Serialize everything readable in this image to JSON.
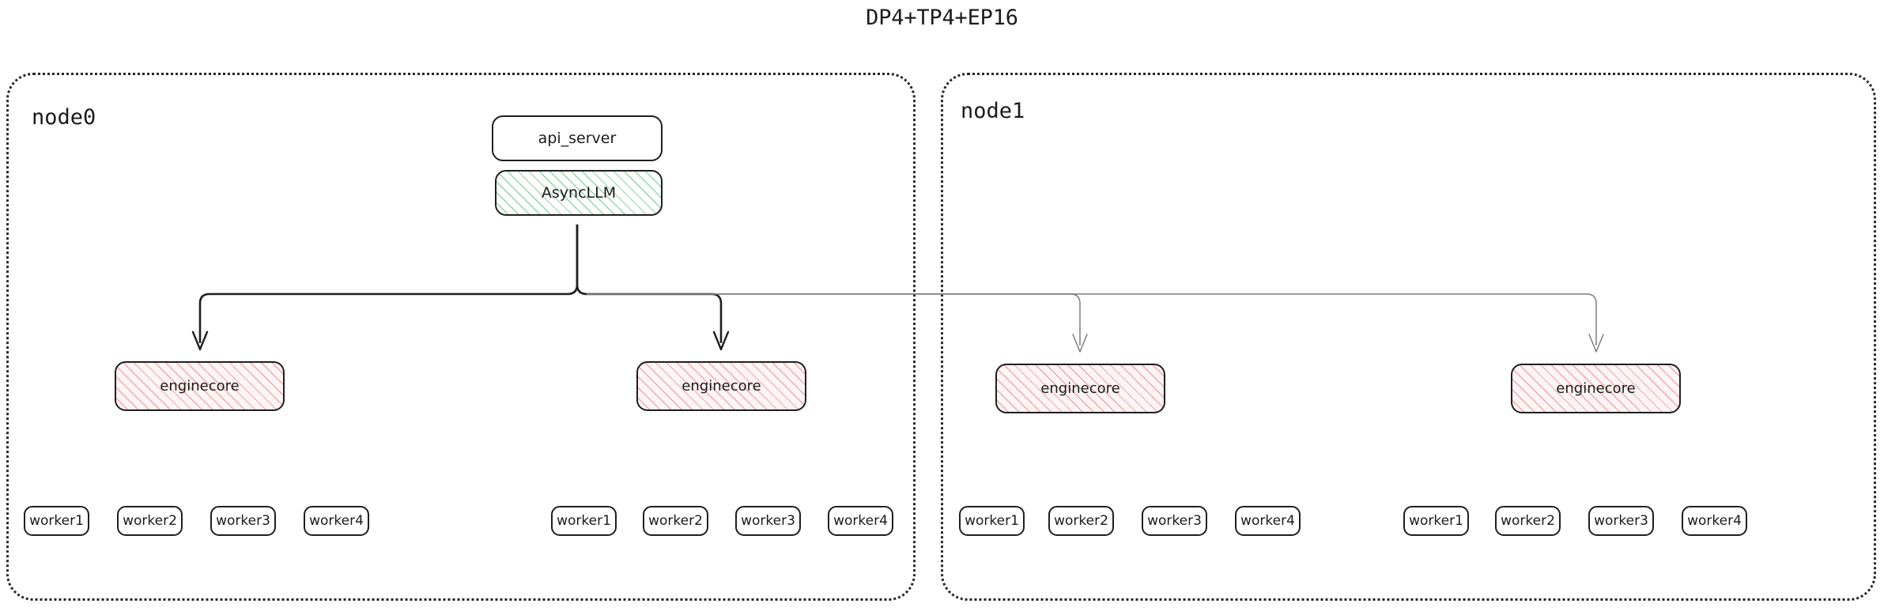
{
  "title": "DP4+TP4+EP16",
  "colors": {
    "stroke": "#1f1f1f",
    "edge_light": "#7d7d7d",
    "hatch_green": "#8fd9a2",
    "hatch_pink": "#f2a8a8",
    "enginecore_fill": "#fdf5f5",
    "background": "#ffffff"
  },
  "nodes": [
    {
      "id": "node0",
      "label": "node0",
      "blocks": {
        "api_server": "api_server",
        "async_llm": "AsyncLLM"
      },
      "enginecores": [
        {
          "label": "enginecore",
          "workers": [
            "worker1",
            "worker2",
            "worker3",
            "worker4"
          ]
        },
        {
          "label": "enginecore",
          "workers": [
            "worker1",
            "worker2",
            "worker3",
            "worker4"
          ]
        }
      ]
    },
    {
      "id": "node1",
      "label": "node1",
      "enginecores": [
        {
          "label": "enginecore",
          "workers": [
            "worker1",
            "worker2",
            "worker3",
            "worker4"
          ]
        },
        {
          "label": "enginecore",
          "workers": [
            "worker1",
            "worker2",
            "worker3",
            "worker4"
          ]
        }
      ]
    }
  ]
}
